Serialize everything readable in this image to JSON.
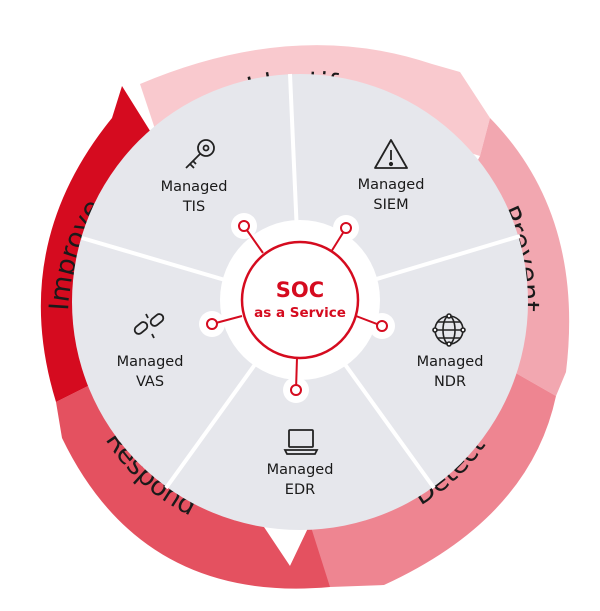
{
  "center": {
    "title": "SOC",
    "subtitle": "as a Service"
  },
  "phases": [
    {
      "label": "Identify",
      "color": "#f9c9ce",
      "text_color": "#1a1a1a"
    },
    {
      "label": "Prevent",
      "color": "#f2a7b0",
      "text_color": "#1a1a1a"
    },
    {
      "label": "Detect",
      "color": "#ee8591",
      "text_color": "#1a1a1a"
    },
    {
      "label": "Respond",
      "color": "#e45160",
      "text_color": "#1a1a1a"
    },
    {
      "label": "Improve",
      "color": "#d50b1f",
      "text_color": "#1a1a1a"
    }
  ],
  "services": [
    {
      "line1": "Managed",
      "line2": "TIS",
      "icon": "key-icon"
    },
    {
      "line1": "Managed",
      "line2": "SIEM",
      "icon": "warning-icon"
    },
    {
      "line1": "Managed",
      "line2": "NDR",
      "icon": "globe-network-icon"
    },
    {
      "line1": "Managed",
      "line2": "EDR",
      "icon": "laptop-icon"
    },
    {
      "line1": "Managed",
      "line2": "VAS",
      "icon": "broken-chain-icon"
    }
  ],
  "colors": {
    "accent": "#d50b1f",
    "wheel_fill": "#e6e7ec",
    "divider": "#ffffff"
  }
}
